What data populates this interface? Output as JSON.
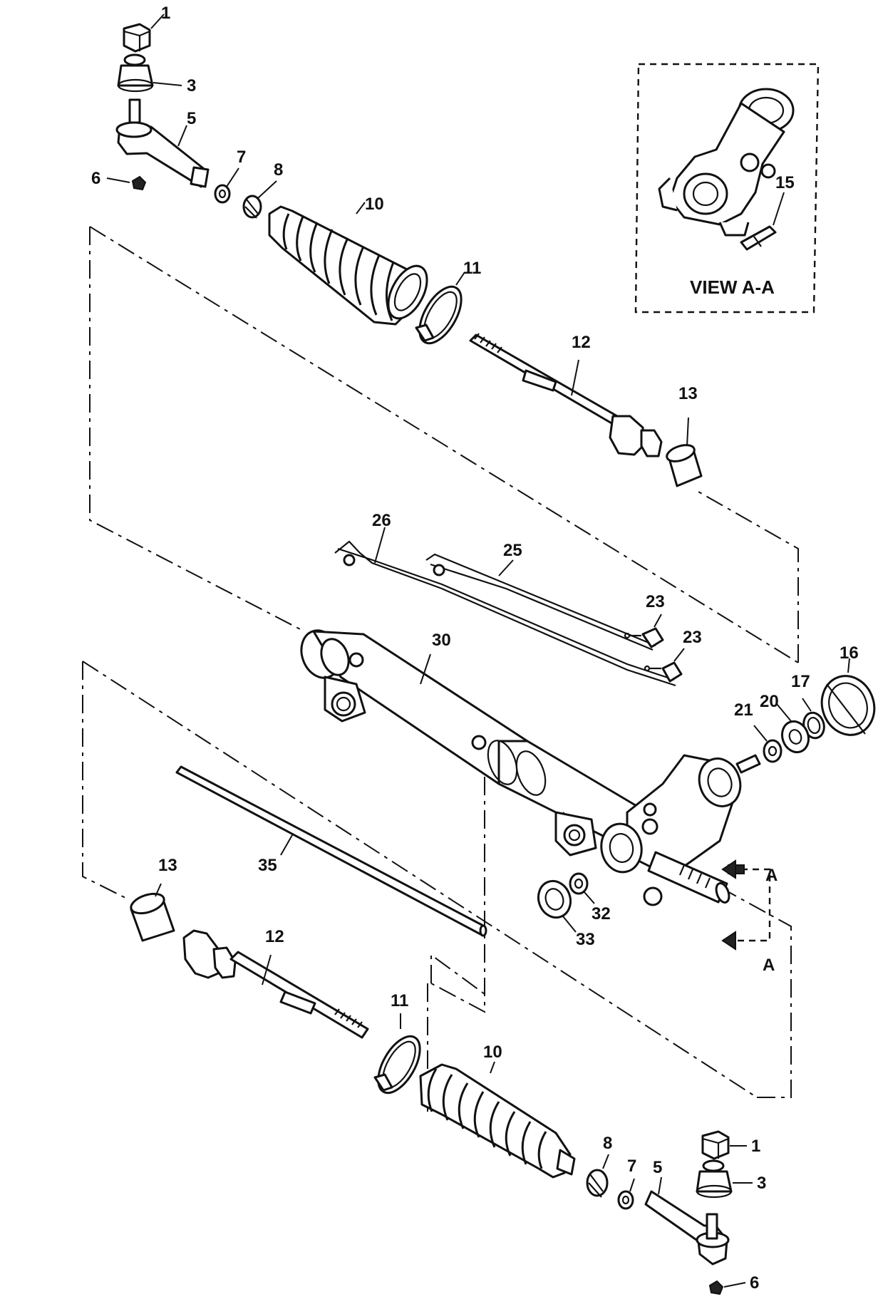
{
  "view_label": "VIEW A-A",
  "view_marker": "A",
  "callouts": {
    "top_nut": "1",
    "top_seal": "3",
    "top_tie_rod_end": "5",
    "top_fitting": "6",
    "top_jam_nut": "7",
    "top_clamp": "8",
    "top_boot": "10",
    "top_boot_clamp": "11",
    "top_inner_tie_rod": "12",
    "top_bushing": "13",
    "view_part": "15",
    "ring": "16",
    "seal_17": "17",
    "washer_20": "20",
    "nut_21": "21",
    "line_fitting_upper": "23",
    "line_fitting_lower": "23",
    "line_25": "25",
    "line_26": "26",
    "housing": "30",
    "seal_32": "32",
    "cap_33": "33",
    "rack": "35",
    "bottom_bushing": "13",
    "bottom_inner_tie_rod": "12",
    "bottom_boot_clamp": "11",
    "bottom_boot": "10",
    "bottom_clamp": "8",
    "bottom_jam_nut": "7",
    "bottom_tie_rod_end": "5",
    "bottom_nut": "1",
    "bottom_seal": "3",
    "bottom_fitting": "6"
  },
  "icons": {
    "arrow": "arrow-icon",
    "boot": "bellows-boot-icon"
  }
}
